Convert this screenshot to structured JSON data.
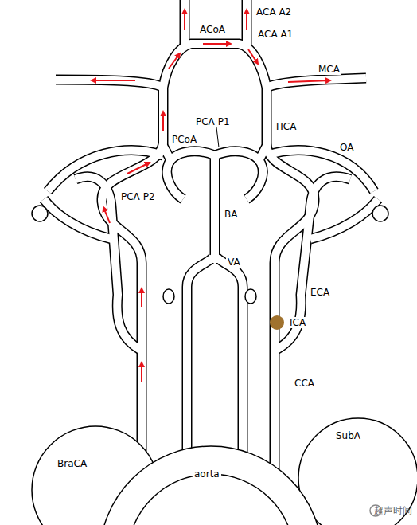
{
  "diagram": {
    "labels": [
      "ACA A2",
      "ACoA",
      "ACA A1",
      "MCA",
      "PCA P1",
      "TICA",
      "PCoA",
      "OA",
      "PCA P2",
      "BA",
      "VA",
      "ECA",
      "ICA",
      "CCA",
      "SubA",
      "BraCA",
      "aorta",
      "超声时间"
    ]
  }
}
